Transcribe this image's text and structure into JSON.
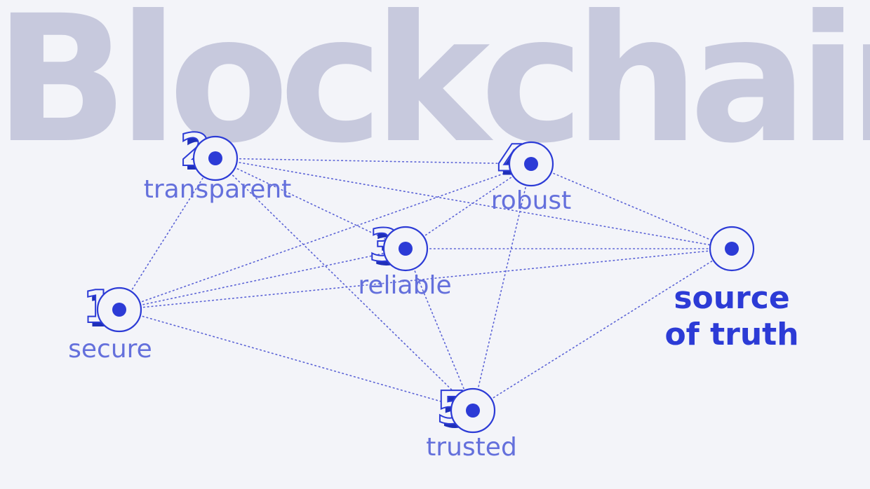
{
  "title": "Blockchain",
  "nodes": [
    {
      "id": "secure",
      "number": "1",
      "label": "secure"
    },
    {
      "id": "transparent",
      "number": "2",
      "label": "transparent"
    },
    {
      "id": "reliable",
      "number": "3",
      "label": "reliable"
    },
    {
      "id": "robust",
      "number": "4",
      "label": "robust"
    },
    {
      "id": "trusted",
      "number": "5",
      "label": "trusted"
    },
    {
      "id": "source",
      "number": "",
      "label_lines": [
        "source",
        "of truth"
      ]
    }
  ],
  "edges": [
    [
      "secure",
      "transparent"
    ],
    [
      "secure",
      "reliable"
    ],
    [
      "secure",
      "robust"
    ],
    [
      "secure",
      "trusted"
    ],
    [
      "secure",
      "source"
    ],
    [
      "transparent",
      "robust"
    ],
    [
      "transparent",
      "reliable"
    ],
    [
      "transparent",
      "source"
    ],
    [
      "transparent",
      "trusted"
    ],
    [
      "robust",
      "reliable"
    ],
    [
      "robust",
      "source"
    ],
    [
      "robust",
      "trusted"
    ],
    [
      "reliable",
      "source"
    ],
    [
      "reliable",
      "trusted"
    ],
    [
      "trusted",
      "source"
    ]
  ],
  "colors": {
    "accent": "#2c3bd6",
    "edge": "#5b63d6",
    "label": "#6470dc",
    "watermark": "#c7c9dd",
    "background": "#f3f4f9"
  }
}
